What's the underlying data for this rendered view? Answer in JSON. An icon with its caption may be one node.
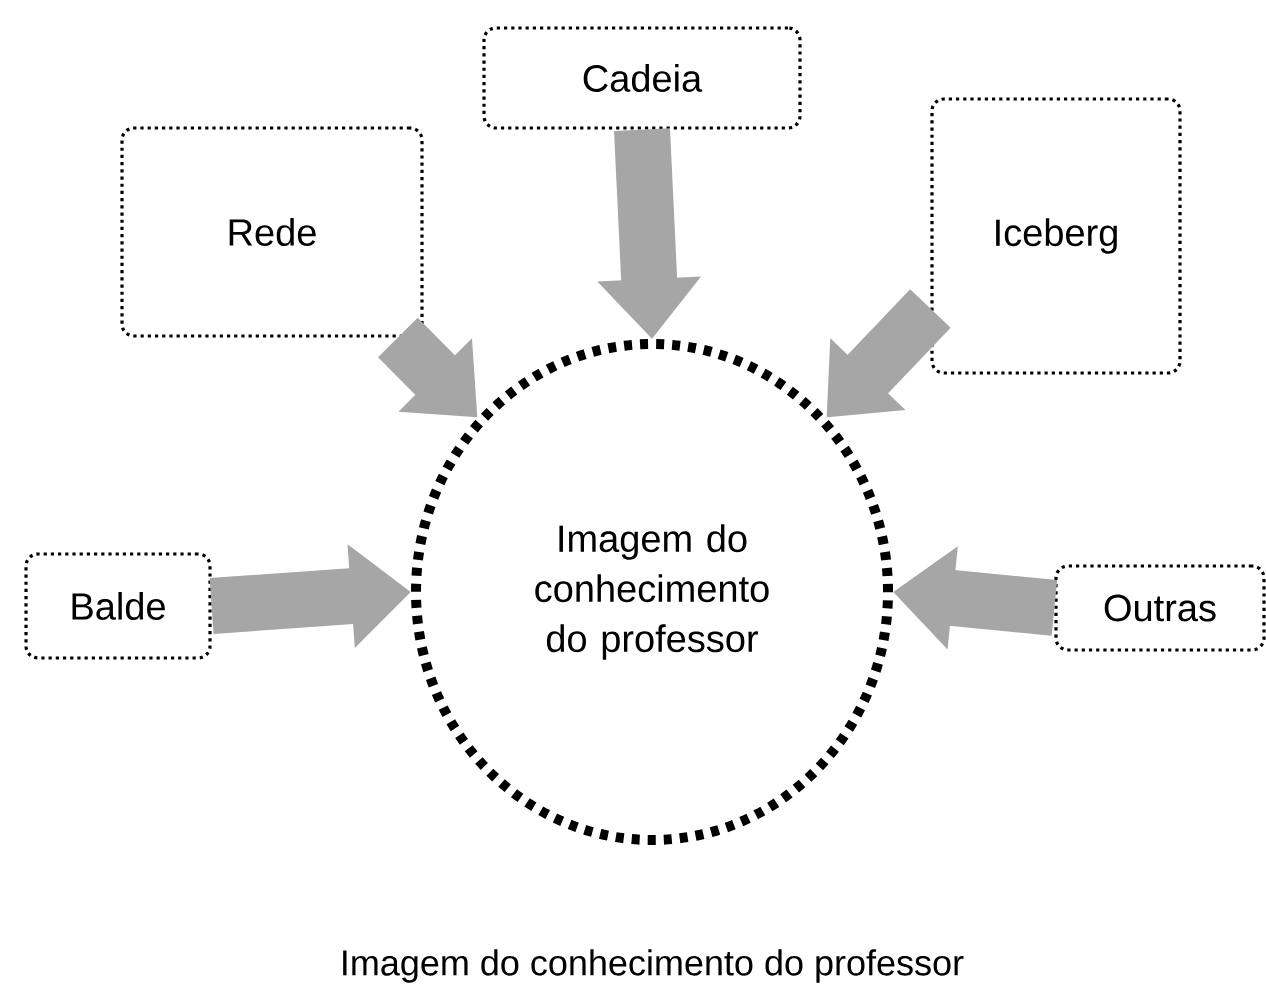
{
  "diagram": {
    "caption": "Imagem do conhecimento do professor",
    "nodes": [
      {
        "text": [
          "Imagem do conhecimento do professor"
        ]
      },
      {
        "text": [
          "Cadeia"
        ]
      },
      {
        "text": [
          "Rede"
        ]
      },
      {
        "text": [
          "Iceberg"
        ]
      },
      {
        "text": [
          "Balde"
        ]
      },
      {
        "text": [
          "Outras"
        ]
      }
    ],
    "edges": [
      {
        "from": 1,
        "to": 0,
        "arrow": "to"
      },
      {
        "from": 2,
        "to": 0,
        "arrow": "to"
      },
      {
        "from": 3,
        "to": 0,
        "arrow": "to"
      },
      {
        "from": 4,
        "to": 0,
        "arrow": "to"
      },
      {
        "from": 5,
        "to": 0,
        "arrow": "to"
      }
    ]
  }
}
